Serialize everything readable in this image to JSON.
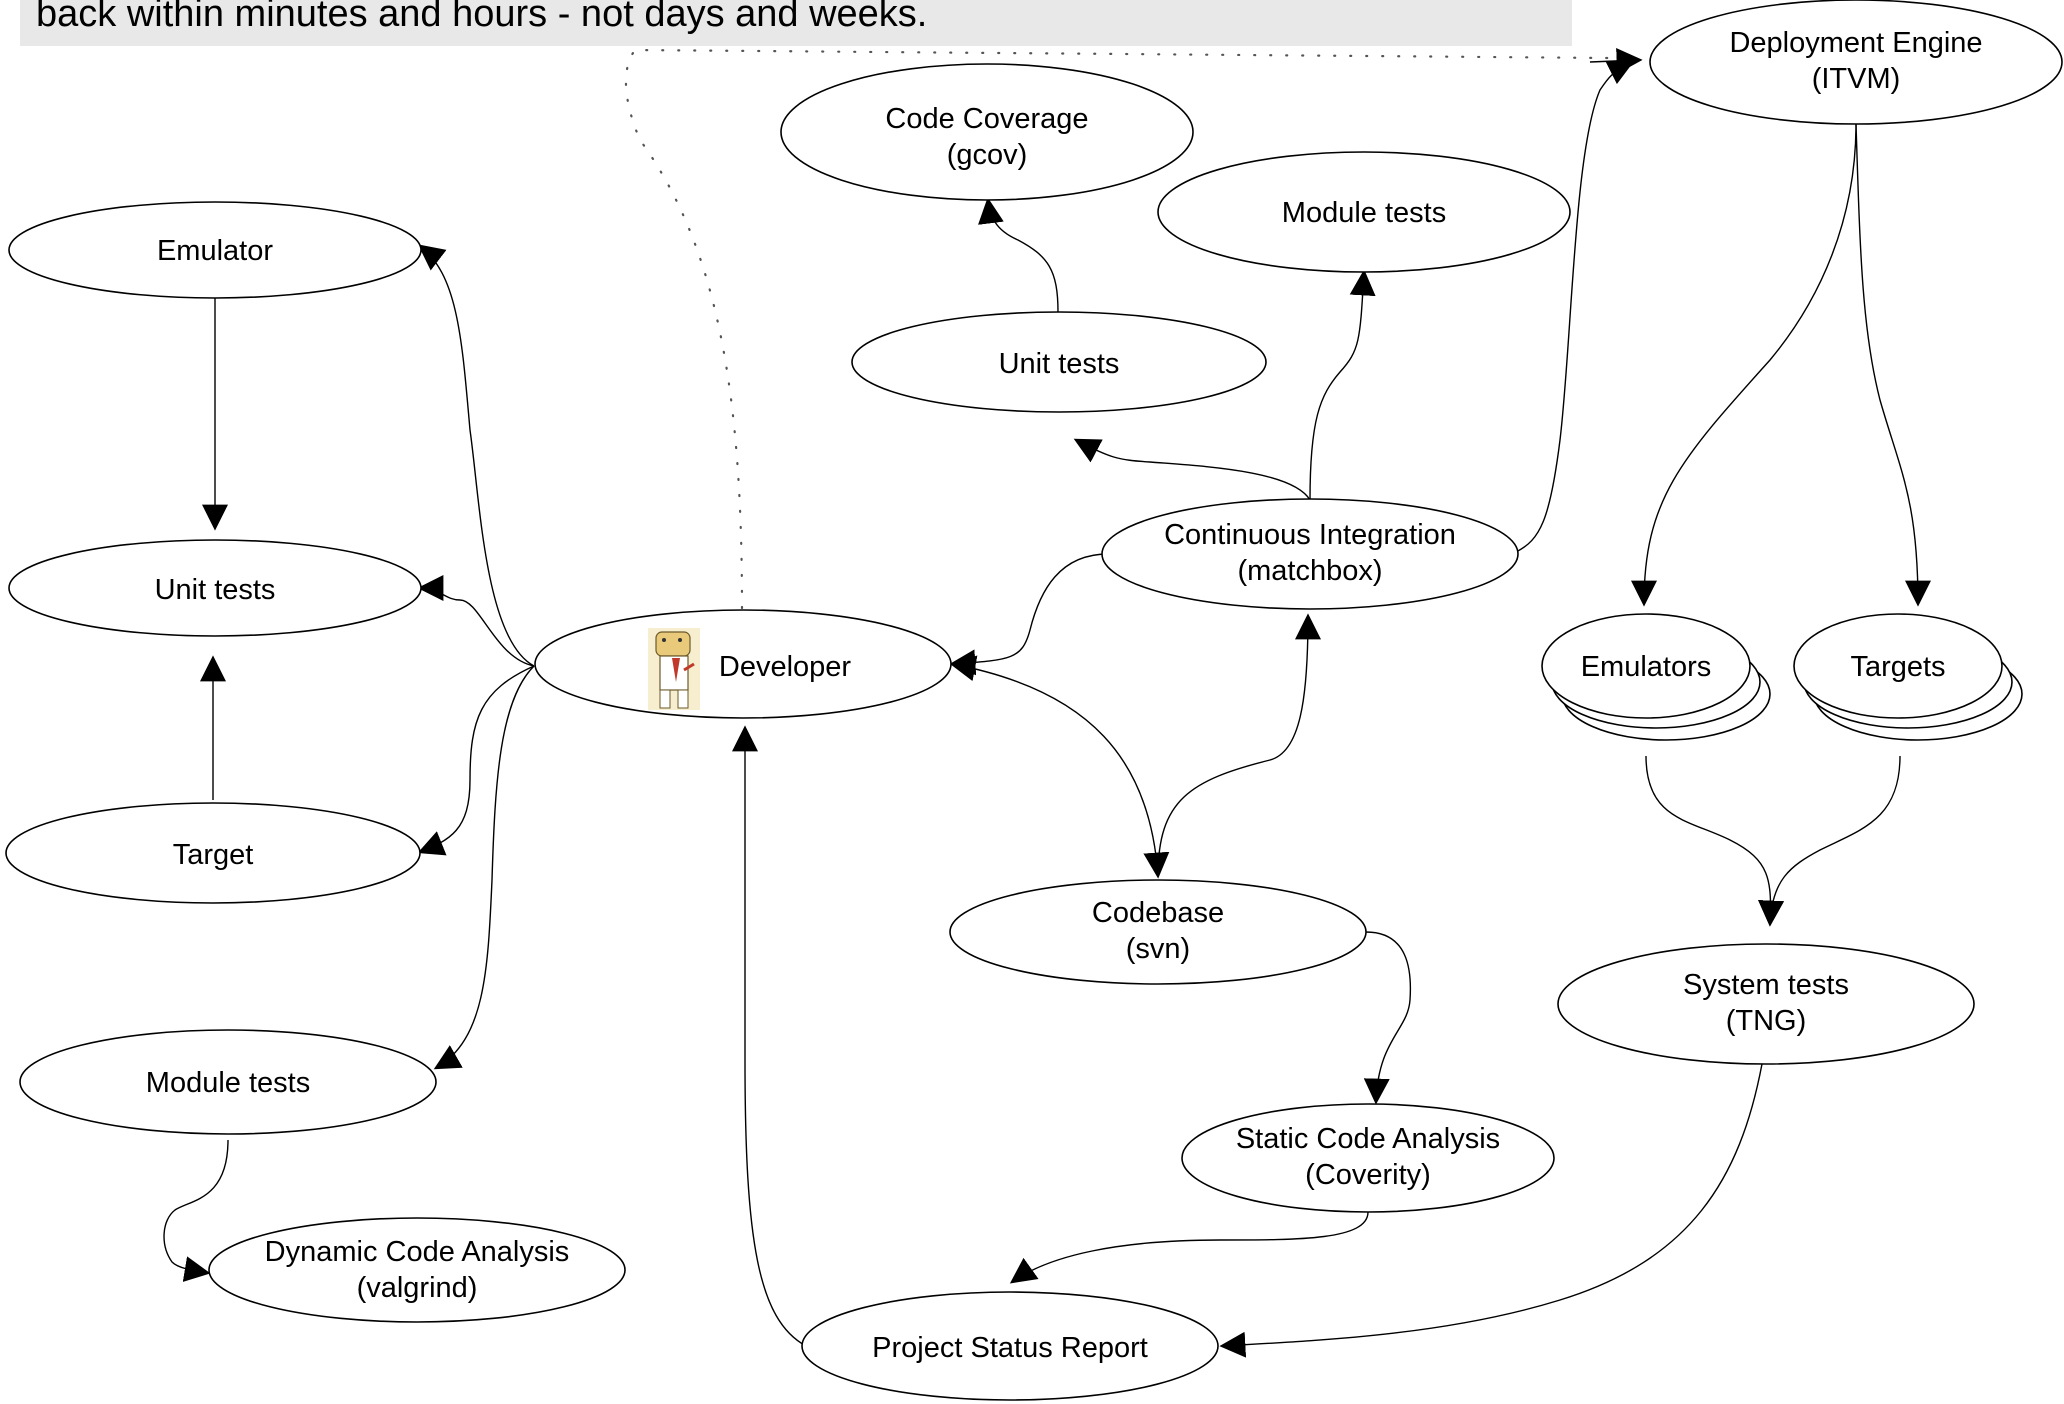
{
  "caption": "back within minutes and hours - not days and weeks.",
  "nodes": {
    "emulator": {
      "lines": [
        "Emulator"
      ]
    },
    "unit_tests_left": {
      "lines": [
        "Unit tests"
      ]
    },
    "target": {
      "lines": [
        "Target"
      ]
    },
    "module_tests_left": {
      "lines": [
        "Module tests"
      ]
    },
    "dynamic_analysis": {
      "lines": [
        "Dynamic Code Analysis",
        "(valgrind)"
      ]
    },
    "developer": {
      "lines": [
        "Developer"
      ]
    },
    "code_coverage": {
      "lines": [
        "Code Coverage",
        "(gcov)"
      ]
    },
    "unit_tests_mid": {
      "lines": [
        "Unit tests"
      ]
    },
    "module_tests_mid": {
      "lines": [
        "Module tests"
      ]
    },
    "continuous_integration": {
      "lines": [
        "Continuous Integration",
        "(matchbox)"
      ]
    },
    "codebase": {
      "lines": [
        "Codebase",
        "(svn)"
      ]
    },
    "static_analysis": {
      "lines": [
        "Static Code Analysis",
        "(Coverity)"
      ]
    },
    "project_status": {
      "lines": [
        "Project Status Report"
      ]
    },
    "deployment_engine": {
      "lines": [
        "Deployment Engine",
        "(ITVM)"
      ]
    },
    "emulators": {
      "lines": [
        "Emulators"
      ]
    },
    "targets": {
      "lines": [
        "Targets"
      ]
    },
    "system_tests": {
      "lines": [
        "System tests",
        "(TNG)"
      ]
    }
  },
  "developer_avatar": {
    "icon": "developer-cartoon-icon",
    "skin": "#e9c97a",
    "tie": "#c0392b"
  }
}
